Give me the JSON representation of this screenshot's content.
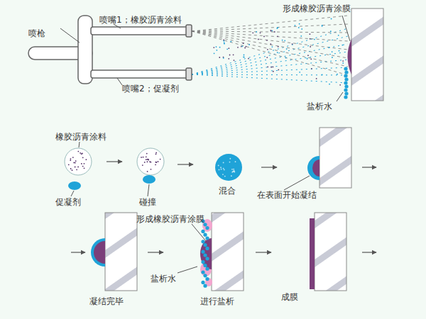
{
  "diagram": {
    "labels": [
      "喷嘴1；橡胶沥青涂料",
      "形成橡胶沥青涂膜",
      "喷枪",
      "喷嘴2；促凝剂",
      "盐析水",
      "橡胶沥青涂料",
      "促凝剂",
      "碰撞",
      "混合",
      "在表面开始凝结",
      "形成橡胶沥青涂膜",
      "盐析水",
      "凝结完毕",
      "进行盐析",
      "成膜"
    ]
  }
}
